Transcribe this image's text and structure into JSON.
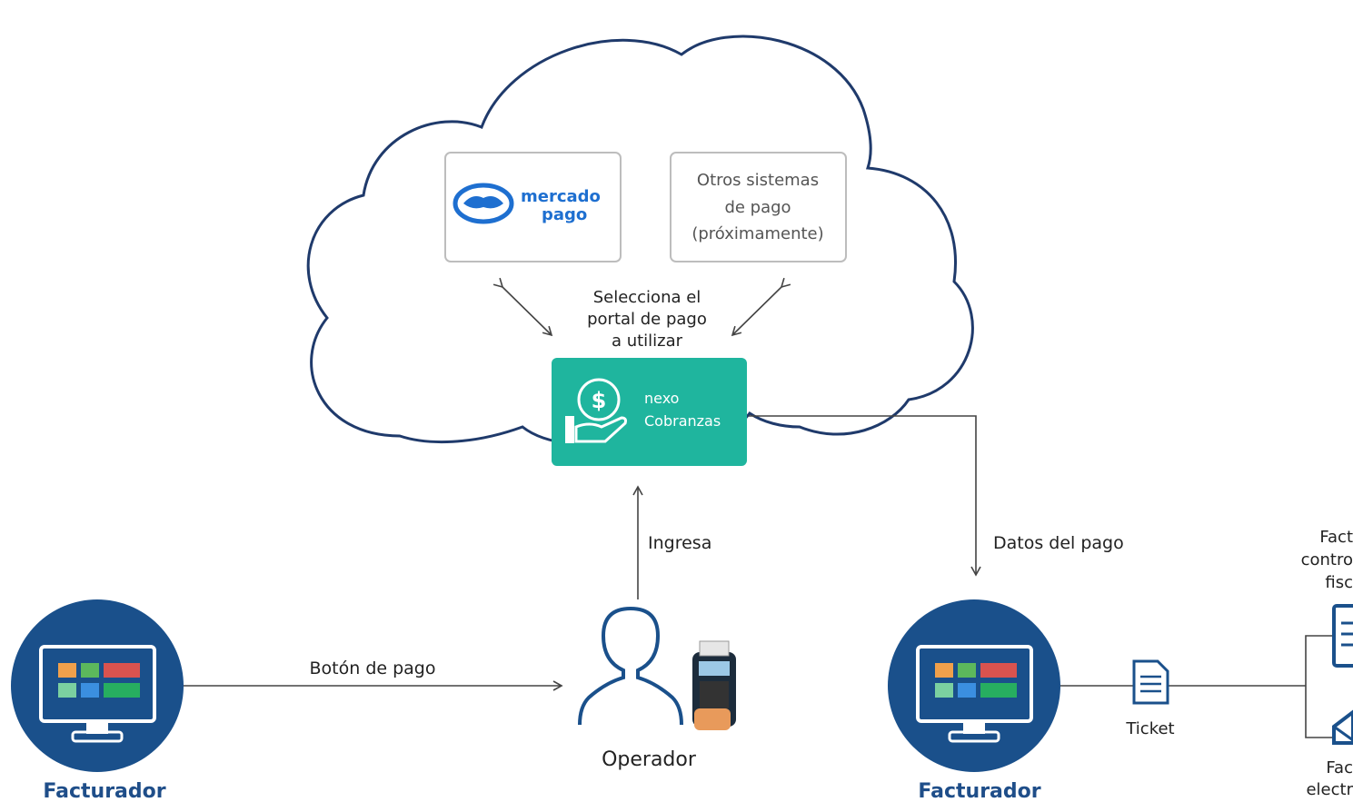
{
  "cloud": {
    "providers": [
      {
        "name": "mercado-pago",
        "logo_text_1": "mercado",
        "logo_text_2": "pago"
      },
      {
        "name": "otros",
        "lines": [
          "Otros sistemas",
          "de pago",
          "(próximamente)"
        ]
      }
    ],
    "select_label": [
      "Selecciona el",
      "portal de pago",
      "a utilizar"
    ],
    "nexo": {
      "line1": "nexo",
      "line2": "Cobranzas",
      "color": "#1fb59e"
    }
  },
  "flow": {
    "ingresa": "Ingresa",
    "datos_pago": "Datos del pago",
    "boton_pago": "Botón de pago",
    "ticket": "Ticket"
  },
  "nodes": {
    "left_facturador": "Facturador",
    "operador": "Operador",
    "right_facturador": "Facturador"
  },
  "right_edge": {
    "top_label": [
      "Fact",
      "contro",
      "fisc"
    ],
    "bottom_label": [
      "Fac",
      "electr"
    ]
  },
  "colors": {
    "circle": "#1a508b",
    "monitor_outline": "#ffffff",
    "tile_orange": "#f0a04b",
    "tile_red": "#d9534f",
    "tile_green": "#5cb85c",
    "tile_blue": "#3b8fe0",
    "tile_teal": "#27ae60",
    "cloud_stroke": "#1f3a6b",
    "mp_blue": "#1e6fd0"
  }
}
